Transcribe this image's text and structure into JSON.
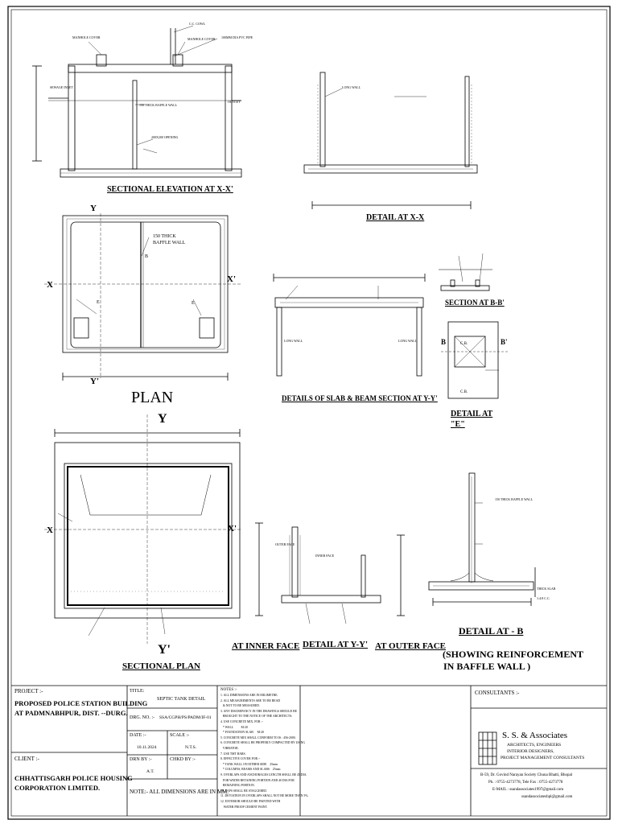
{
  "drawings": {
    "sectional_elevation": "SECTIONAL ELEVATION AT X-X'",
    "detail_xx": "DETAIL AT X-X",
    "plan": "PLAN",
    "details_slab_beam": "DETAILS OF SLAB & BEAM SECTION AT Y-Y'",
    "section_bb": "SECTION AT B-B'",
    "detail_e_line1": "DETAIL AT",
    "detail_e_line2": "\"E\"",
    "sectional_plan": "SECTIONAL PLAN",
    "at_inner_face": "AT INNER FACE",
    "detail_yy": "DETAIL AT Y-Y'",
    "at_outer_face": "AT OUTER FACE",
    "detail_b": "DETAIL AT - B",
    "detail_b_sub1": "(SHOWING REINFORCEMENT",
    "detail_b_sub2": "IN BAFFLE WALL )"
  },
  "markers": {
    "y": "Y",
    "y_prime": "Y'",
    "x": "X",
    "x_prime": "X'",
    "b": "B",
    "b_prime": "B'",
    "e": "E",
    "b1": "B",
    "cb": "C.B."
  },
  "annotations": {
    "manhole_cover": "MANHOLE COVER",
    "cc_cowl": "C.C. COWL",
    "pvc_pipe": "100MM DIA PVC PIPE",
    "sewage_inlet": "SEWAGE INLET",
    "thick_baffle_wall": "150 THICK BAFFLE WALL",
    "outlet": "OUTLET",
    "opening": "200X200 OPENING",
    "baffle_note1": "150 THICK",
    "baffle_note2": "BAFFLE WALL",
    "long_wall": "LONG WALL",
    "inner_face": "INNER FACE",
    "outer_face": "OUTER FACE",
    "thick_slab": "THICK SLAB",
    "cement_concrete": "1:4:8 C.C."
  },
  "title_block": {
    "project_label": "PROJECT :-",
    "project_line1": "PROPOSED POLICE STATION BUILDING",
    "project_line2": "AT PADMNABHPUR, DIST. --DURG.",
    "client_label": "CLIENT :-",
    "client_line1": "CHHATTISGARH POLICE HOUSING",
    "client_line2": "CORPORATION LIMITED.",
    "title_label": "TITLE:",
    "title_value": "SEPTIC TANK DETAIL",
    "drg_label": "DRG. NO. :-",
    "drg_value": "SSA/CGPH/PS/PADM/IF-01",
    "date_label": "DATE :-",
    "date_value": "10.11.2024",
    "scale_label": "SCALE :-",
    "scale_value": "N.T.S.",
    "drn_label": "DRN BY :-",
    "drn_value": "A.T.",
    "chkd_label": "CHKD BY :-",
    "note": "NOTE:- ALL DIMENSIONS ARE IN MM.",
    "notes_label": "NOTES :-",
    "notes": [
      "1. ALL DIMENSIONS ARE IN MILIMETRE.",
      "2. ALL MEASUREMENTS ARE TO BE READ",
      "   & NOT TO BE MEASURED.",
      "3. ANY DISCREPANCY IN THE DRAWINGS SHOULD BE",
      "   BROUGHT TO THE NOTICE OF THE ARCHITECTS.",
      "4. USE CONCRETE MIX, FOR :-",
      "   * WALL          M-20",
      "   * FOUNDATION SLAB     M-20",
      "5. CONCRETE MIX SHALL CONFORM TO IS : 456-2000.",
      "6. CONCRETE SHALL BE PROPERLY COMPACTED BY USING",
      "   VIBRATOR.",
      "7. USE TMT BARS.",
      "8. EFFECTIVE COVER FOR :-",
      "   * TANK WALL ON EITHER SIDE    25mm",
      "   * COLUMNS, BEAMS AND SLABS    25mm",
      "9. OVERLAPS AND ANCHORAGES LENGTH SHALL BE 45 DIA.",
      "   FOR WATER RETAINING PORTION AND 40 DIA FOR",
      "   REMAINING PORTION.",
      "10. LAPS SHALL BE STAGGERED.",
      "11. DEVIATION IN OVERLAPS SHALL NOT BE MORE THAN 5%.",
      "12. EXTERIOR SHOULD BE PAINTED WITH",
      "    WATER PROOF CEMENT PAINT."
    ],
    "consultants_label": "CONSULTANTS :-",
    "firm_name": "S. S. & Associates",
    "firm_line1": "ARCHITECTS, ENGINEERS",
    "firm_line2": "INTERIOR DESIGNERS,",
    "firm_line3": "PROJECT MANAGEMENT CONSULTANTS",
    "address_line1": "B-59, Dr. Govind Narayan Society Chuna Bhatti, Bhopal",
    "address_line2": "Ph. : 0755-4273778, Tele Fax : 0755-4273778",
    "address_line3": "E-MAIL : ssandassociates1997@gmail.com",
    "address_line4": "ssandassociatesbpl@gmail.com"
  }
}
